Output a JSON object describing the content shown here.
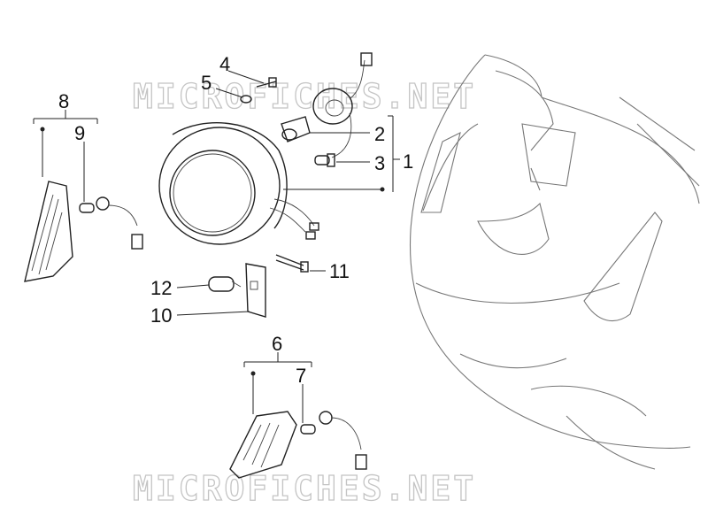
{
  "watermark": {
    "text": "MICROFICHES.NET",
    "text_bottom": "MICROFICHES.NET"
  },
  "callouts": {
    "c1": "1",
    "c2": "2",
    "c3": "3",
    "c4": "4",
    "c5": "5",
    "c6": "6",
    "c7": "7",
    "c8": "8",
    "c9": "9",
    "c10": "10",
    "c11": "11",
    "c12": "12"
  },
  "colors": {
    "line": "#222222",
    "body": "#777777",
    "watermark": "#c4c4c4"
  }
}
